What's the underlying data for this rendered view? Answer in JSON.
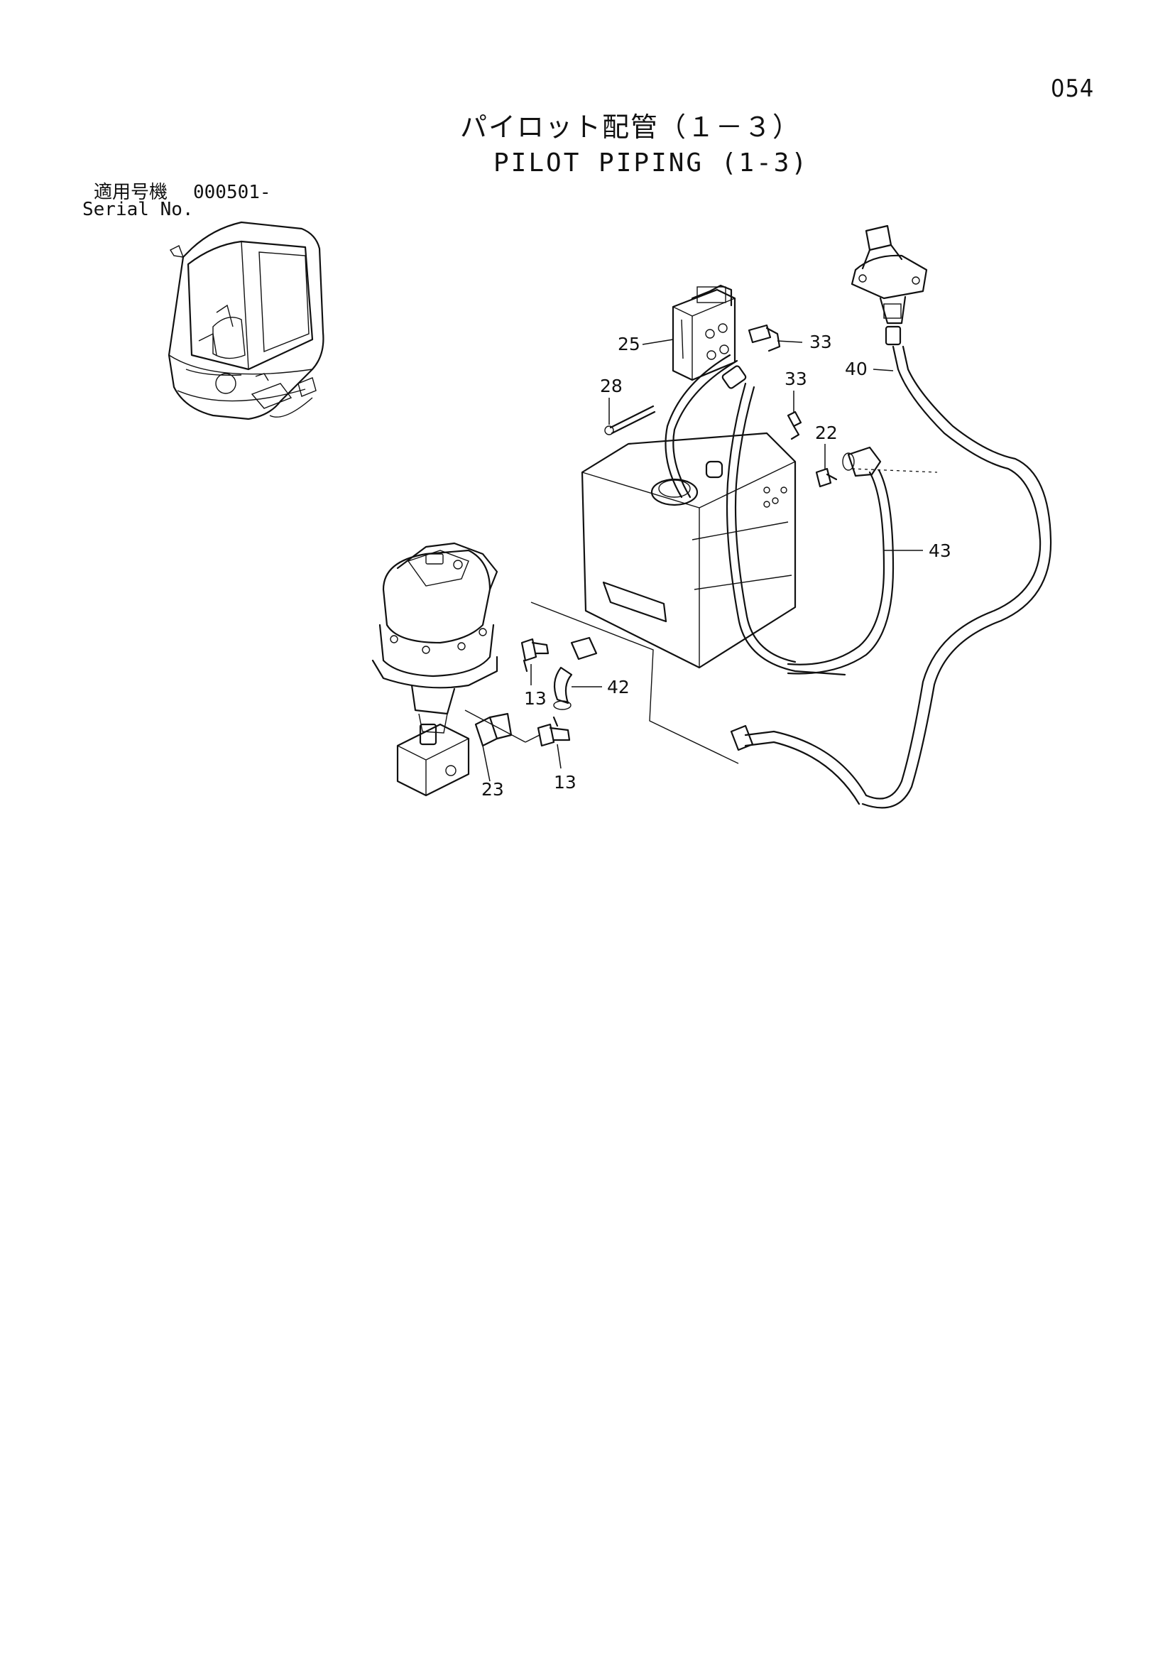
{
  "page": {
    "number": "054",
    "title_jp": "パイロット配管（１－３）",
    "title_en": "PILOT PIPING (1-3)"
  },
  "serial": {
    "label_jp": "適用号機",
    "value": "000501-",
    "label_en": "Serial No."
  },
  "callouts": [
    "25",
    "33",
    "33",
    "28",
    "22",
    "40",
    "43",
    "42",
    "13",
    "13",
    "23"
  ],
  "colors": {
    "ink": "#111111",
    "paper": "#ffffff"
  }
}
